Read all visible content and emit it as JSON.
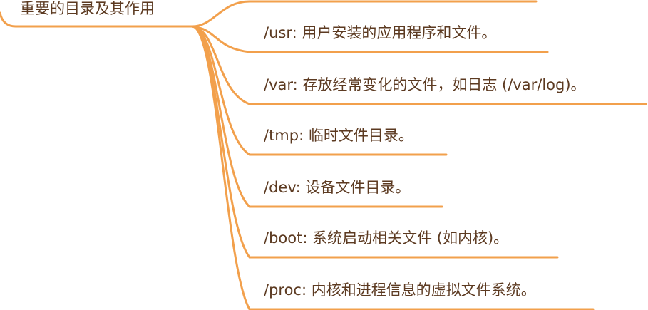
{
  "colors": {
    "branch": "#f2a04c",
    "text": "#5c3a21",
    "background": "#ffffff"
  },
  "root": {
    "label": "重要的目录及其作用"
  },
  "branches": [
    {
      "label": ""
    },
    {
      "label": "/usr: 用户安装的应用程序和文件。"
    },
    {
      "label": "/var: 存放经常变化的文件，如日志 (/var/log)。"
    },
    {
      "label": "/tmp: 临时文件目录。"
    },
    {
      "label": "/dev: 设备文件目录。"
    },
    {
      "label": "/boot: 系统启动相关文件 (如内核)。"
    },
    {
      "label": "/proc: 内核和进程信息的虚拟文件系统。"
    }
  ]
}
